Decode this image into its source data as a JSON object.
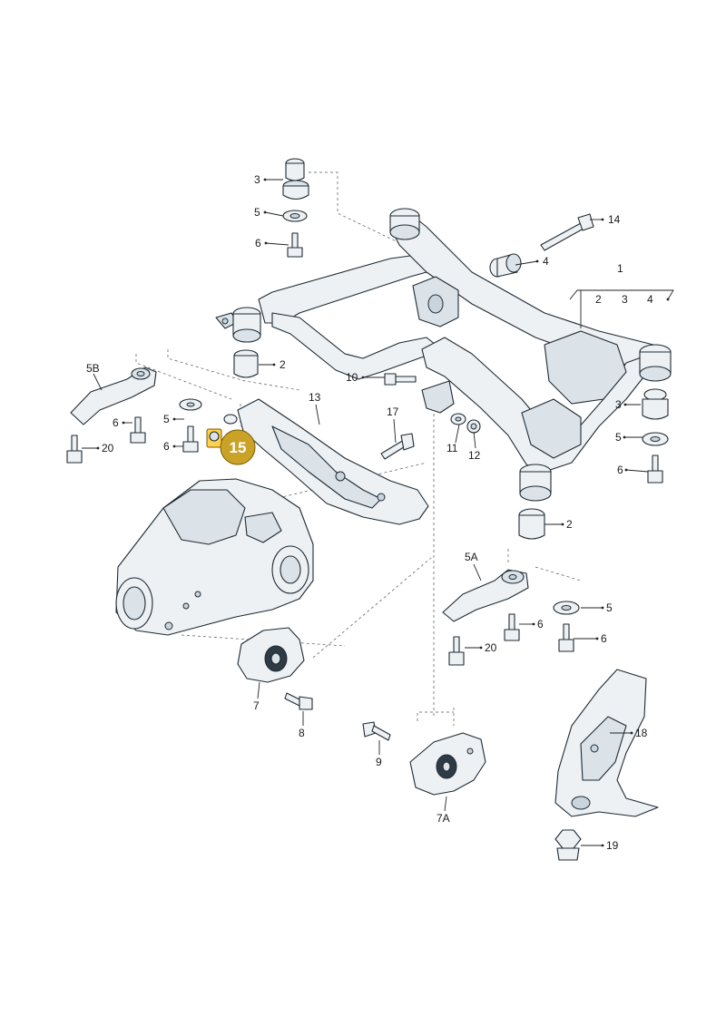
{
  "callouts": {
    "c1": "1",
    "c2a": "2",
    "c2b": "2",
    "c2c": "2",
    "c3a": "3",
    "c3b": "3",
    "c3c": "3",
    "c4a": "4",
    "c4b": "4",
    "c5a": "5",
    "c5b": "5",
    "c5c": "5",
    "c5d": "5",
    "c5A": "5A",
    "c5B": "5B",
    "c6a": "6",
    "c6b": "6",
    "c6c": "6",
    "c6d": "6",
    "c6e": "6",
    "c6f": "6",
    "c7": "7",
    "c7A": "7A",
    "c8": "8",
    "c9": "9",
    "c10": "10",
    "c11": "11",
    "c12": "12",
    "c13": "13",
    "c14": "14",
    "c17": "17",
    "c18": "18",
    "c19": "19",
    "c20a": "20",
    "c20b": "20"
  },
  "highlight": {
    "badge_label": "15",
    "badge_color": "#c9a227",
    "highlight_color": "#ffd24d"
  }
}
